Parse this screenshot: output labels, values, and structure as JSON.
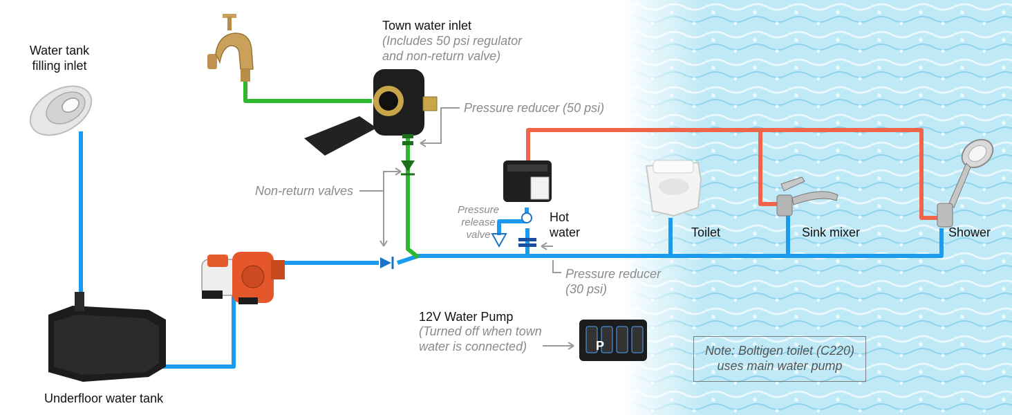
{
  "labels": {
    "water_tank_inlet": [
      "Water tank",
      "filling inlet"
    ],
    "underfloor_tank": "Underfloor water tank",
    "town_water_inlet": "Town water inlet",
    "town_water_note": [
      "(Includes 50 psi regulator",
      "and non-return valve)"
    ],
    "pressure_reducer_50": "Pressure reducer (50 psi)",
    "non_return_valves": "Non-return valves",
    "pressure_release_valve": [
      "Pressure",
      "release",
      "valve"
    ],
    "hot_water": [
      "Hot",
      "water"
    ],
    "toilet": "Toilet",
    "sink_mixer": "Sink mixer",
    "shower": "Shower",
    "pressure_reducer_30": [
      "Pressure reducer",
      "(30 psi)"
    ],
    "pump": "12V Water Pump",
    "pump_note": [
      "(Turned off when town",
      "water is connected)"
    ],
    "switch_letter": "P",
    "note": [
      "Note:  Boltigen toilet (C220)",
      "uses main water pump"
    ]
  },
  "colors": {
    "cold_pipe": "#1a9bef",
    "town_pipe": "#2eb82e",
    "hot_pipe": "#f0644a",
    "annotation": "#9a9a9a",
    "water_texture": "#9fdcf0"
  },
  "icons": [
    "wall-inlet-icon",
    "tap-icon",
    "town-inlet-icon",
    "water-tank-icon",
    "pump-icon",
    "hot-water-unit-icon",
    "toilet-icon",
    "sink-mixer-icon",
    "shower-head-icon",
    "switch-panel-icon"
  ]
}
